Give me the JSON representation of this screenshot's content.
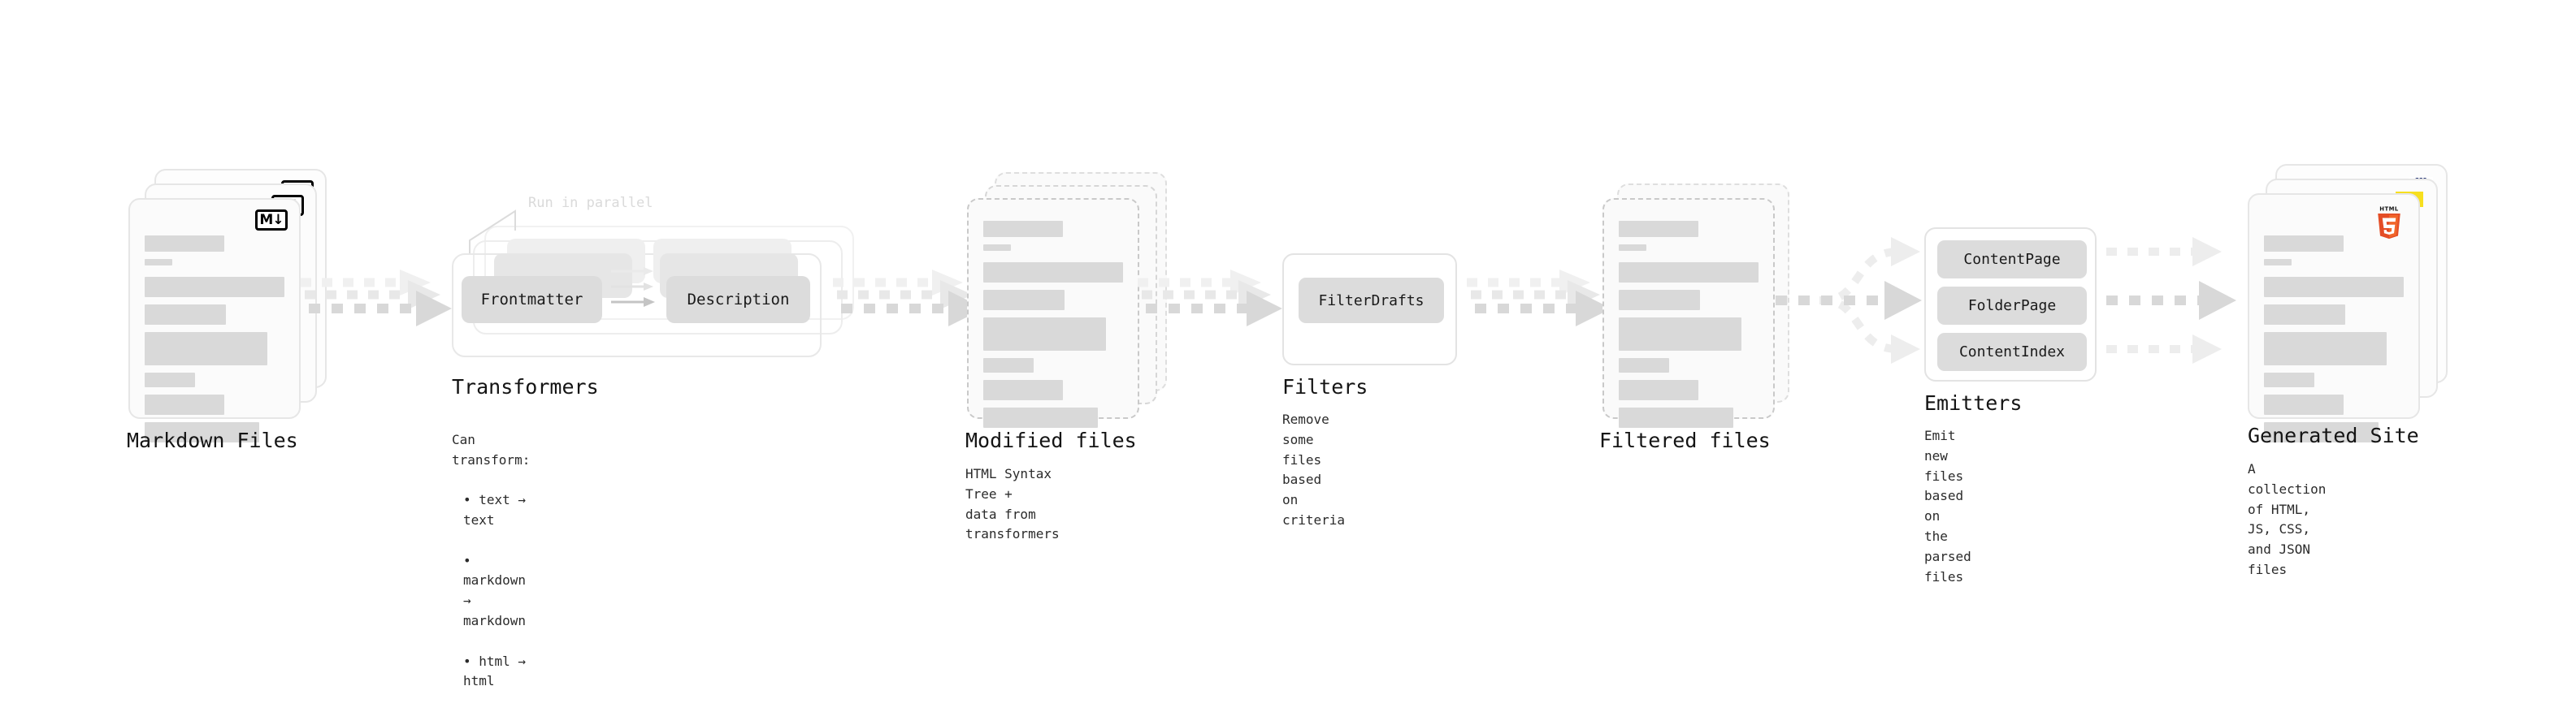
{
  "diagram": {
    "title_font_note": "monospace",
    "colors": {
      "skeleton_bar": "#d9d9d9",
      "card_border": "#e6e6e6",
      "dashed_border": "#c9c9c9",
      "pill_fill": "#dcdcdc",
      "connector": "#d4d4d4",
      "connector_faint": "#ededed",
      "html5_orange": "#e44d26",
      "js_yellow": "#f7df1e",
      "css_blue": "#264de4"
    }
  },
  "stages": {
    "markdown_files": {
      "title": "Markdown Files",
      "description": "",
      "badge": "markdown-badge",
      "badge_text": "M↓",
      "card_count": 3
    },
    "transformers": {
      "title": "Transformers",
      "description": "Can transform:\n • text → text\n • markdown → markdown\n • html → html",
      "description_lines": [
        "Can transform:",
        "• text → text",
        "• markdown → markdown",
        "• html → html"
      ],
      "parallel_label": "Run in parallel",
      "layer_count": 3,
      "nodes": [
        {
          "label": "Frontmatter"
        },
        {
          "label": "Description"
        }
      ]
    },
    "modified_files": {
      "title": "Modified files",
      "description": "HTML Syntax Tree +\ndata from transformers",
      "card_count": 3
    },
    "filters": {
      "title": "Filters",
      "description": "Remove some files based\non criteria",
      "items": [
        {
          "label": "FilterDrafts"
        }
      ]
    },
    "filtered_files": {
      "title": "Filtered files",
      "description": "",
      "card_count": 2
    },
    "emitters": {
      "title": "Emitters",
      "description": "Emit new files based on\nthe parsed files",
      "items": [
        {
          "label": "ContentPage"
        },
        {
          "label": "FolderPage"
        },
        {
          "label": "ContentIndex"
        }
      ]
    },
    "generated_site": {
      "title": "Generated Site",
      "description": "A collection of HTML,\nJS, CSS, and JSON files",
      "badges": [
        {
          "name": "css-badge",
          "text": "CSS"
        },
        {
          "name": "js-badge",
          "text": ""
        },
        {
          "name": "html5-badge",
          "text": "HTML"
        }
      ],
      "card_count": 3
    }
  }
}
